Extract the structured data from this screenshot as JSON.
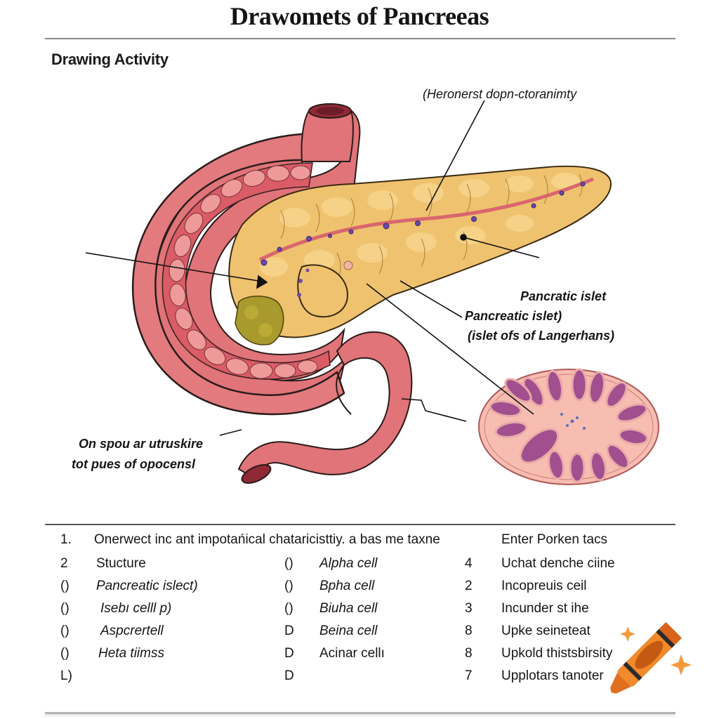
{
  "header": {
    "title": "Drawomets of Pancreeas",
    "subtitle": "Drawing Activity"
  },
  "diagram": {
    "labels": {
      "top": "(Heronerst dopn-ctoranimty",
      "islet_line1": "Pancratic islet",
      "islet_line2": "Pancreatic islet)",
      "islet_line3": "(islet ofs of Langerhans)",
      "left_line1": "On spou ar utruskire",
      "left_line2": "tot pues of opocensl"
    },
    "structures": [
      "duodenum",
      "pancreas-head",
      "pancreas-body",
      "pancreas-tail",
      "pancreatic-duct",
      "islet-cross-section",
      "jejunum-loop"
    ],
    "colors": {
      "intestine": "#e07478",
      "intestine_dark": "#b9474f",
      "pancreas": "#efc26f",
      "pancreas_dark": "#c9953e",
      "gallbladder": "#a89a2c",
      "islet_bg": "#f4b4aa",
      "islet_cells": "#9b4c8f"
    }
  },
  "table": {
    "header": {
      "num": "1.",
      "text": "Onerwect inc ant impotańical chataricisttiy. a bas me taxne",
      "right": "Enter Porken tacs"
    },
    "rows": [
      {
        "m1": "2",
        "t1": "Stucture",
        "m2": "()",
        "t2": "Alpha cell",
        "m3": "4",
        "t3": "Uchat denche ciine"
      },
      {
        "m1": "()",
        "t1": "Pancreatic islect)",
        "m2": "()",
        "t2": "Bpha cell",
        "m3": "2",
        "t3": "Incopreuis ceil"
      },
      {
        "m1": "()",
        "t1": "Isebı celll p)",
        "m2": "()",
        "t2": "Biuha cell",
        "m3": "3",
        "t3": "Incunder st ihe"
      },
      {
        "m1": "()",
        "t1": "Aspcrertell",
        "m2": "D",
        "t2": "Beina cell",
        "m3": "8",
        "t3": "Upke seineteat"
      },
      {
        "m1": "()",
        "t1": "Heta tiimss",
        "m2": "D",
        "t2": "Acinar cellı",
        "m3": "8",
        "t3": "Upkold thistsbirsity"
      },
      {
        "m1": "L)",
        "t1": "",
        "m2": "D",
        "t2": "",
        "m3": "7",
        "t3": "Upplotars tanoter"
      }
    ]
  },
  "decorations": {
    "crayon_color": "#f08a2c",
    "crayon_dark": "#c45a12",
    "sparkle_color": "#f39a3d"
  }
}
